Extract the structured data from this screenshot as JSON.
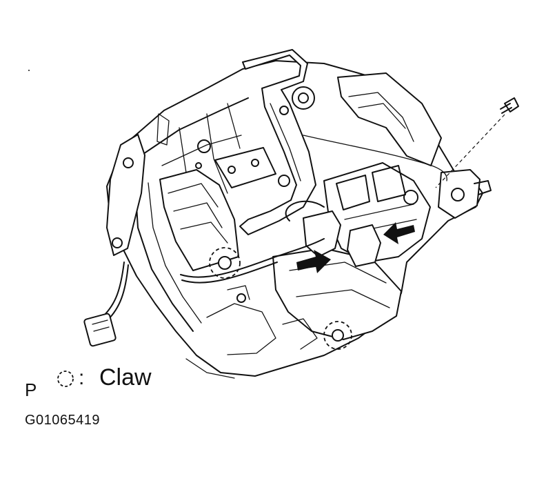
{
  "legend": {
    "prefix": "P",
    "symbol_icon": "dashed-circle-claw-icon",
    "separator": ":",
    "label": "Claw"
  },
  "figure_id": "G01065419",
  "colors": {
    "ink": "#111111",
    "background": "#ffffff"
  }
}
